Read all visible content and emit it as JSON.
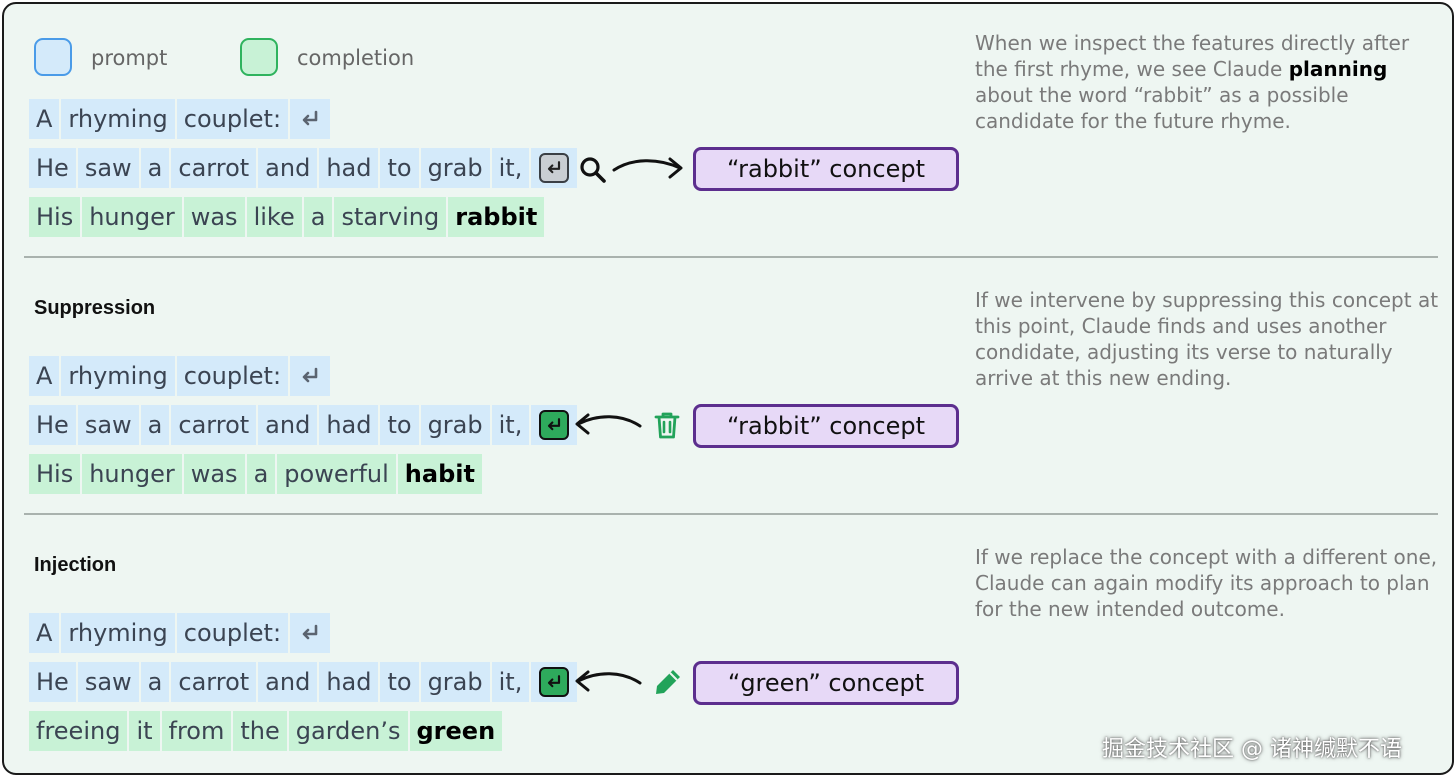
{
  "legend": {
    "prompt": "prompt",
    "completion": "completion"
  },
  "prompt_lines": {
    "line1": [
      "A",
      "rhyming",
      "couplet:"
    ],
    "line2": [
      "He",
      "saw",
      "a",
      "carrot",
      "and",
      "had",
      "to",
      "grab",
      "it,"
    ]
  },
  "sections": {
    "base": {
      "title": "",
      "completion": [
        "His",
        "hunger",
        "was",
        "like",
        "a",
        "starving",
        "rabbit"
      ],
      "concept": "“rabbit” concept",
      "action_icon": "magnifier-icon",
      "description_pre": "When we inspect the features directly after the first rhyme, we see Claude ",
      "description_bold": "planning",
      "description_post": " about the word “rabbit” as a possible candidate for the future rhyme."
    },
    "suppression": {
      "title": "Suppression",
      "completion": [
        "His",
        "hunger",
        "was",
        "a",
        "powerful",
        "habit"
      ],
      "concept": "“rabbit” concept",
      "action_icon": "trash-icon",
      "description": "If we intervene by suppressing this concept at this point, Claude finds and uses another condidate, adjusting its verse to naturally arrive at this new ending."
    },
    "injection": {
      "title": "Injection",
      "completion": [
        "freeing",
        "it",
        "from",
        "the",
        "garden’s",
        "green"
      ],
      "concept": "“green” concept",
      "action_icon": "pencil-icon",
      "description": "If we replace the concept with a different one, Claude can again modify its approach to plan for the new intended outcome."
    }
  },
  "colors": {
    "prompt_bg": "#d4eafa",
    "completion_bg": "#c8f2d6",
    "concept_border": "#5c2e8e",
    "concept_bg": "#e7d9f7",
    "green_accent": "#22a35a"
  },
  "watermark": "掘金技术社区 @ 诸神缄默不语"
}
